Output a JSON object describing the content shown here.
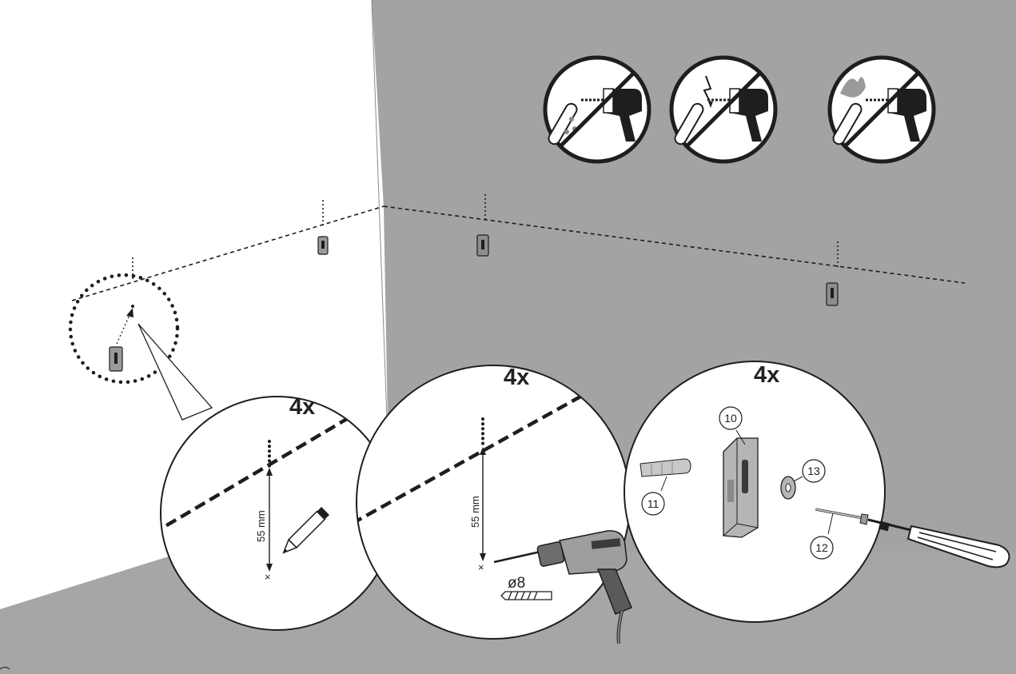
{
  "colors": {
    "wall_right": "#a3a3a3",
    "floor": "#a6a6a6",
    "wall_left": "#ffffff",
    "ink": "#1e1e1e",
    "part_grey": "#b5b5b5"
  },
  "warnings": [
    {
      "icon": "no-drilling-water-pipe-icon"
    },
    {
      "icon": "no-drilling-electric-cable-icon"
    },
    {
      "icon": "no-drilling-gas-pipe-icon"
    }
  ],
  "steps": {
    "mark": {
      "count": "4x",
      "distance": "55 mm",
      "tool_icon": "pencil-icon"
    },
    "drill": {
      "count": "4x",
      "distance": "55 mm",
      "bit_diameter": "ø8",
      "tool_icon": "drill-icon"
    },
    "fix": {
      "count": "4x",
      "tool_icon": "screwdriver-icon",
      "parts": [
        {
          "number": "10",
          "name": "wall bracket"
        },
        {
          "number": "11",
          "name": "wall plug"
        },
        {
          "number": "12",
          "name": "screw"
        },
        {
          "number": "13",
          "name": "washer"
        }
      ]
    }
  }
}
